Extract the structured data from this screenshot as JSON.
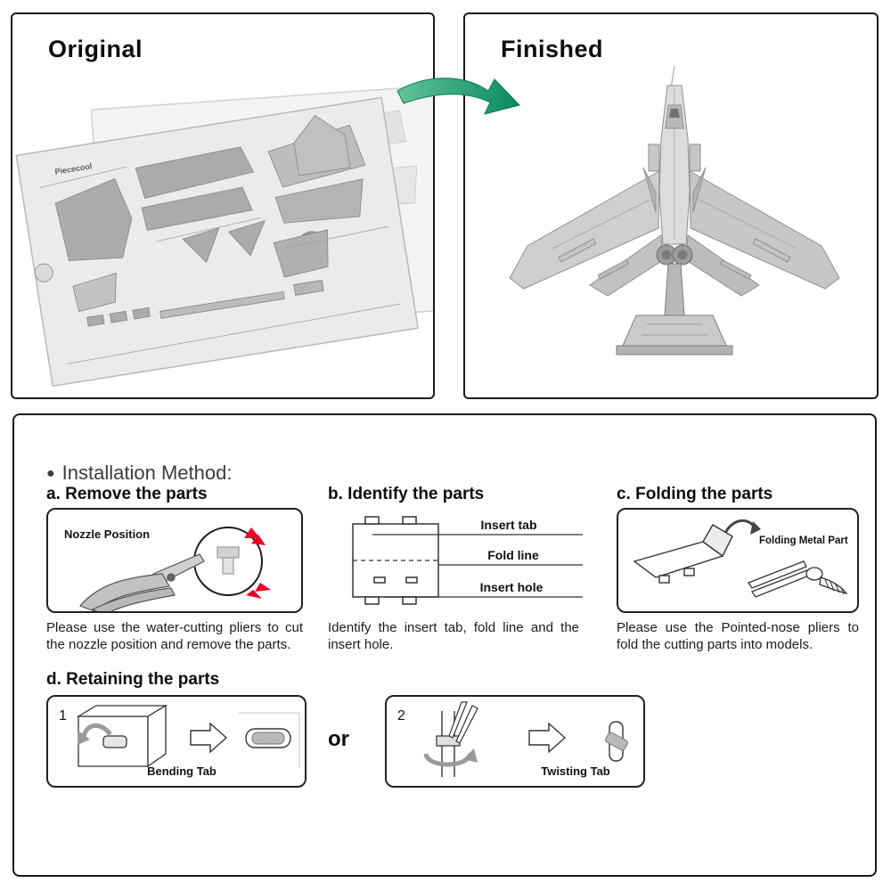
{
  "panels": {
    "original": {
      "title": "Original"
    },
    "finished": {
      "title": "Finished"
    }
  },
  "sheet": {
    "brand": "Piececool"
  },
  "instructions": {
    "bullet": "●",
    "heading": "Installation Method:",
    "steps": {
      "a": {
        "title": "a. Remove the parts",
        "diagram_label": "Nozzle Position",
        "caption": "Please use the water-cutting pliers to cut the nozzle position and remove the parts."
      },
      "b": {
        "title": "b. Identify the parts",
        "insert_tab": "Insert tab",
        "fold_line": "Fold line",
        "insert_hole": "Insert hole",
        "caption": "Identify the insert tab, fold line and the insert hole."
      },
      "c": {
        "title": "c. Folding the parts",
        "diagram_label": "Folding Metal Part",
        "caption": "Please use the Pointed-nose pliers to fold the cutting parts into models."
      },
      "d": {
        "title": "d. Retaining the parts",
        "num1": "1",
        "label1": "Bending Tab",
        "or": "or",
        "num2": "2",
        "label2": "Twisting Tab"
      }
    }
  }
}
